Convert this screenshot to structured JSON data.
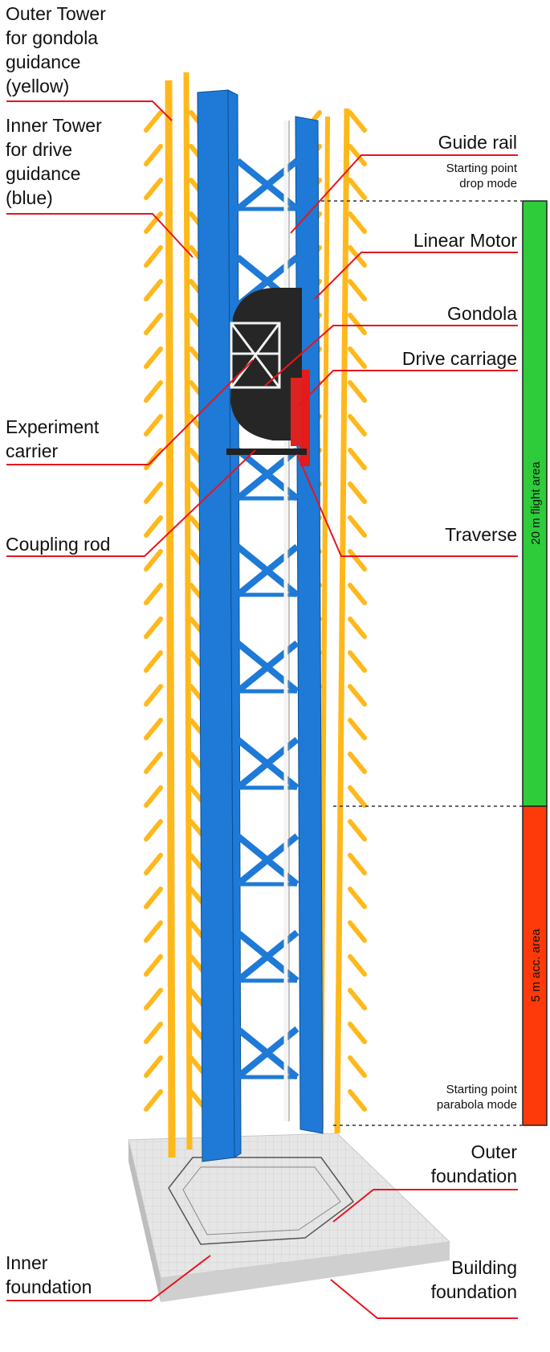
{
  "labels": {
    "outer_tower": "Outer Tower\nfor gondola\nguidance\n(yellow)",
    "inner_tower": "Inner Tower\nfor drive\nguidance\n(blue)",
    "guide_rail": "Guide rail",
    "start_drop": "Starting point\ndrop mode",
    "linear_motor": "Linear Motor",
    "gondola": "Gondola",
    "drive_carriage": "Drive carriage",
    "experiment_carrier": "Experiment\ncarrier",
    "coupling_rod": "Coupling rod",
    "traverse": "Traverse",
    "start_parabola": "Starting point\nparabola mode",
    "outer_foundation": "Outer\nfoundation",
    "inner_foundation": "Inner\nfoundation",
    "building_foundation": "Building\nfoundation"
  },
  "scale_bar": {
    "flight_label": "20 m flight area",
    "acc_label": "5 m acc. area",
    "flight_color": "#2ecc3a",
    "acc_color": "#ff3a0a"
  },
  "colors": {
    "outer_tower": "#ffb81c",
    "inner_tower": "#1e7ad6",
    "leader": "#e8141e",
    "gondola": "#2a2a2a",
    "foundation": "#e4e4e4"
  }
}
